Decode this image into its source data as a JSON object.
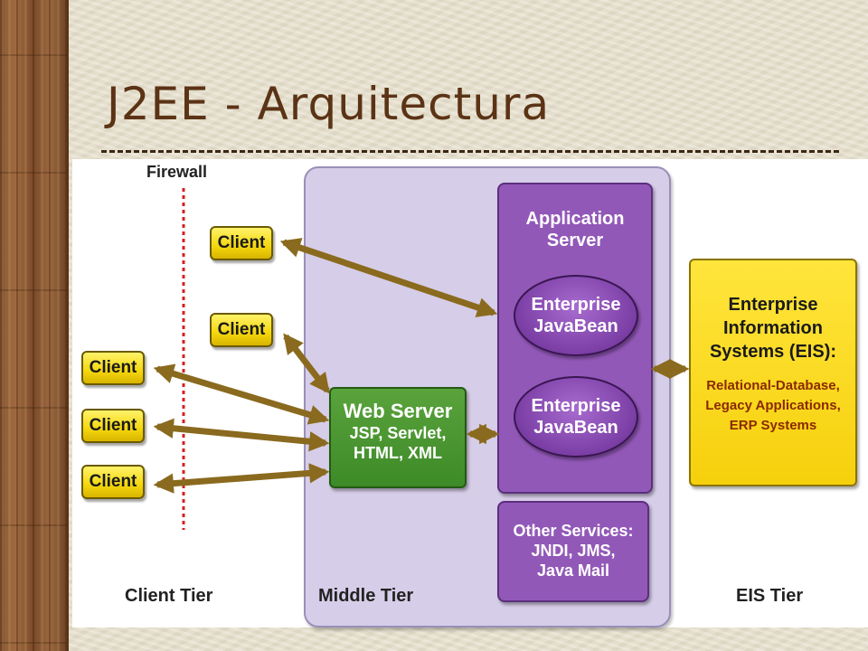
{
  "slide": {
    "title": "J2EE - Arquitectura"
  },
  "diagram": {
    "firewall_label": "Firewall",
    "tiers": {
      "client": "Client Tier",
      "middle": "Middle Tier",
      "eis": "EIS Tier"
    },
    "clients": [
      "Client",
      "Client",
      "Client",
      "Client",
      "Client"
    ],
    "application_server": {
      "line1": "Application",
      "line2": "Server"
    },
    "ejbs": [
      {
        "line1": "Enterprise",
        "line2": "JavaBean"
      },
      {
        "line1": "Enterprise",
        "line2": "JavaBean"
      }
    ],
    "web_server": {
      "title": "Web Server",
      "line1": "JSP, Servlet,",
      "line2": "HTML, XML"
    },
    "other_services": {
      "line1": "Other Services:",
      "line2": "JNDI, JMS,",
      "line3": "Java Mail"
    },
    "eis": {
      "line1": "Enterprise",
      "line2": "Information",
      "line3": "Systems (EIS):",
      "sub1": "Relational-Database,",
      "sub2": "Legacy Applications,",
      "sub3": "ERP Systems"
    },
    "colors": {
      "client": "#f4d70d",
      "web_server": "#3d8a28",
      "app_server": "#9258b8",
      "middle_tier": "#d6cde8",
      "eis": "#f6d00c",
      "arrow": "#8a6a1e",
      "firewall": "#d42020"
    }
  }
}
